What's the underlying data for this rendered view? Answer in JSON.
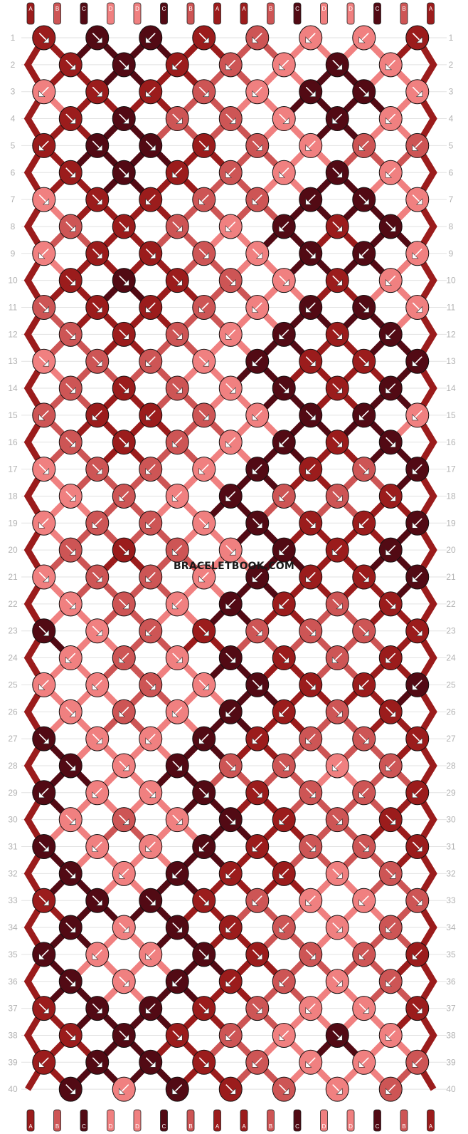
{
  "pattern": {
    "watermark": "BRACELETBOOK.COM",
    "strand_labels": [
      "A",
      "B",
      "C",
      "D",
      "D",
      "C",
      "B",
      "A",
      "A",
      "B",
      "C",
      "D",
      "D",
      "C",
      "B",
      "A"
    ],
    "colors": {
      "A": "#9b1c1c",
      "B": "#cd5555",
      "C": "#520a14",
      "D": "#f08080"
    },
    "rows": [
      "1",
      "2",
      "3",
      "4",
      "5",
      "6",
      "7",
      "8",
      "9",
      "10",
      "11",
      "12",
      "13",
      "14",
      "15",
      "16",
      "17",
      "18",
      "19",
      "20",
      "21",
      "22",
      "23",
      "24",
      "25",
      "26",
      "27",
      "28",
      "29",
      "30",
      "31",
      "32",
      "33",
      "34",
      "35",
      "36",
      "37",
      "38",
      "39",
      "40"
    ],
    "knots": [
      [
        "A",
        "C",
        "C",
        "A",
        "B",
        "D",
        "D",
        "A"
      ],
      [
        "A",
        "C",
        "A",
        "B",
        "D",
        "C",
        "D"
      ],
      [
        "D",
        "A",
        "A",
        "B",
        "D",
        "C",
        "C",
        "D"
      ],
      [
        "A",
        "C",
        "B",
        "B",
        "D",
        "C",
        "D"
      ],
      [
        "A",
        "C",
        "C",
        "A",
        "B",
        "D",
        "B",
        "B"
      ],
      [
        "A",
        "C",
        "A",
        "B",
        "D",
        "C",
        "D"
      ],
      [
        "D",
        "A",
        "A",
        "B",
        "B",
        "C",
        "C",
        "D"
      ],
      [
        "B",
        "A",
        "B",
        "D",
        "C",
        "A",
        "C"
      ],
      [
        "D",
        "A",
        "A",
        "B",
        "D",
        "C",
        "C",
        "D"
      ],
      [
        "A",
        "C",
        "A",
        "B",
        "D",
        "A",
        "D"
      ],
      [
        "B",
        "A",
        "A",
        "B",
        "D",
        "C",
        "C",
        "D"
      ],
      [
        "B",
        "A",
        "B",
        "D",
        "C",
        "A",
        "C"
      ],
      [
        "D",
        "B",
        "B",
        "D",
        "C",
        "A",
        "A",
        "C"
      ],
      [
        "B",
        "A",
        "B",
        "D",
        "C",
        "A",
        "C"
      ],
      [
        "B",
        "A",
        "A",
        "B",
        "D",
        "C",
        "C",
        "D"
      ],
      [
        "B",
        "A",
        "B",
        "D",
        "C",
        "A",
        "C"
      ],
      [
        "D",
        "B",
        "B",
        "D",
        "C",
        "A",
        "B",
        "C"
      ],
      [
        "D",
        "B",
        "D",
        "C",
        "B",
        "B",
        "A"
      ],
      [
        "D",
        "B",
        "B",
        "D",
        "C",
        "A",
        "A",
        "C"
      ],
      [
        "B",
        "A",
        "B",
        "D",
        "C",
        "A",
        "C"
      ],
      [
        "D",
        "B",
        "B",
        "D",
        "C",
        "A",
        "A",
        "C"
      ],
      [
        "D",
        "B",
        "D",
        "C",
        "A",
        "B",
        "A"
      ],
      [
        "C",
        "D",
        "B",
        "A",
        "B",
        "B",
        "B",
        "A"
      ],
      [
        "D",
        "B",
        "D",
        "C",
        "A",
        "B",
        "A"
      ],
      [
        "D",
        "D",
        "B",
        "D",
        "C",
        "A",
        "A",
        "C"
      ],
      [
        "D",
        "B",
        "D",
        "C",
        "A",
        "B",
        "A"
      ],
      [
        "C",
        "D",
        "D",
        "C",
        "A",
        "B",
        "B",
        "A"
      ],
      [
        "C",
        "D",
        "C",
        "B",
        "B",
        "D",
        "B"
      ],
      [
        "C",
        "D",
        "D",
        "C",
        "A",
        "B",
        "B",
        "A"
      ],
      [
        "D",
        "B",
        "D",
        "C",
        "A",
        "B",
        "A"
      ],
      [
        "C",
        "D",
        "D",
        "C",
        "A",
        "B",
        "B",
        "A"
      ],
      [
        "C",
        "D",
        "C",
        "A",
        "A",
        "D",
        "B"
      ],
      [
        "A",
        "C",
        "C",
        "A",
        "B",
        "D",
        "D",
        "B"
      ],
      [
        "C",
        "D",
        "C",
        "A",
        "B",
        "D",
        "B"
      ],
      [
        "C",
        "D",
        "D",
        "C",
        "A",
        "B",
        "B",
        "A"
      ],
      [
        "C",
        "D",
        "C",
        "A",
        "B",
        "D",
        "B"
      ],
      [
        "A",
        "C",
        "C",
        "A",
        "B",
        "D",
        "D",
        "A"
      ],
      [
        "A",
        "C",
        "A",
        "B",
        "D",
        "C",
        "D"
      ],
      [
        "A",
        "C",
        "C",
        "A",
        "B",
        "D",
        "D",
        "B"
      ],
      [
        "C",
        "D",
        "C",
        "A",
        "B",
        "D",
        "B"
      ]
    ],
    "directions": [
      [
        "r",
        "r",
        "l",
        "r",
        "l",
        "l",
        "l",
        "r"
      ],
      [
        "r",
        "r",
        "l",
        "l",
        "l",
        "r",
        "l"
      ],
      [
        "l",
        "r",
        "l",
        "r",
        "l",
        "r",
        "r",
        "r"
      ],
      [
        "r",
        "r",
        "r",
        "r",
        "r",
        "l",
        "l"
      ],
      [
        "l",
        "r",
        "r",
        "r",
        "r",
        "l",
        "l",
        "l"
      ],
      [
        "r",
        "r",
        "l",
        "l",
        "l",
        "r",
        "l"
      ],
      [
        "r",
        "r",
        "l",
        "l",
        "l",
        "l",
        "r",
        "r"
      ],
      [
        "r",
        "r",
        "r",
        "l",
        "l",
        "r",
        "r"
      ],
      [
        "l",
        "r",
        "r",
        "r",
        "r",
        "r",
        "l",
        "l"
      ],
      [
        "r",
        "r",
        "r",
        "r",
        "r",
        "r",
        "l"
      ],
      [
        "r",
        "r",
        "l",
        "l",
        "l",
        "l",
        "r",
        "r"
      ],
      [
        "r",
        "r",
        "r",
        "l",
        "l",
        "r",
        "l"
      ],
      [
        "r",
        "r",
        "l",
        "r",
        "l",
        "r",
        "r",
        "l"
      ],
      [
        "r",
        "r",
        "r",
        "r",
        "r",
        "r",
        "l"
      ],
      [
        "l",
        "l",
        "l",
        "r",
        "l",
        "r",
        "l",
        "l"
      ],
      [
        "r",
        "r",
        "l",
        "l",
        "l",
        "r",
        "r"
      ],
      [
        "r",
        "r",
        "l",
        "l",
        "l",
        "l",
        "r",
        "l"
      ],
      [
        "r",
        "l",
        "l",
        "l",
        "l",
        "r",
        "r"
      ],
      [
        "l",
        "l",
        "l",
        "r",
        "r",
        "r",
        "l",
        "l"
      ],
      [
        "r",
        "r",
        "l",
        "r",
        "l",
        "l",
        "l"
      ],
      [
        "r",
        "r",
        "l",
        "l",
        "l",
        "l",
        "r",
        "l"
      ],
      [
        "r",
        "r",
        "l",
        "l",
        "l",
        "r",
        "r"
      ],
      [
        "r",
        "r",
        "l",
        "r",
        "r",
        "r",
        "r",
        "r"
      ],
      [
        "l",
        "l",
        "r",
        "r",
        "r",
        "l",
        "l"
      ],
      [
        "l",
        "l",
        "r",
        "r",
        "r",
        "r",
        "l",
        "l"
      ],
      [
        "r",
        "l",
        "l",
        "l",
        "l",
        "r",
        "r"
      ],
      [
        "r",
        "r",
        "l",
        "l",
        "l",
        "l",
        "r",
        "r"
      ],
      [
        "r",
        "r",
        "r",
        "r",
        "r",
        "l",
        "l"
      ],
      [
        "l",
        "l",
        "r",
        "r",
        "r",
        "r",
        "l",
        "l"
      ],
      [
        "r",
        "r",
        "r",
        "r",
        "l",
        "r",
        "r"
      ],
      [
        "r",
        "l",
        "l",
        "l",
        "l",
        "r",
        "r",
        "r"
      ],
      [
        "r",
        "l",
        "l",
        "l",
        "l",
        "r",
        "r"
      ],
      [
        "r",
        "r",
        "r",
        "r",
        "l",
        "l",
        "l",
        "r"
      ],
      [
        "r",
        "r",
        "r",
        "l",
        "l",
        "r",
        "l"
      ],
      [
        "l",
        "l",
        "l",
        "r",
        "r",
        "r",
        "l",
        "l"
      ],
      [
        "r",
        "r",
        "l",
        "l",
        "l",
        "r",
        "l"
      ],
      [
        "r",
        "r",
        "l",
        "r",
        "r",
        "l",
        "r",
        "r"
      ],
      [
        "r",
        "r",
        "r",
        "l",
        "l",
        "r",
        "l"
      ],
      [
        "l",
        "r",
        "r",
        "r",
        "l",
        "l",
        "l",
        "l"
      ],
      [
        "r",
        "l",
        "l",
        "r",
        "r",
        "r",
        "l"
      ]
    ]
  }
}
